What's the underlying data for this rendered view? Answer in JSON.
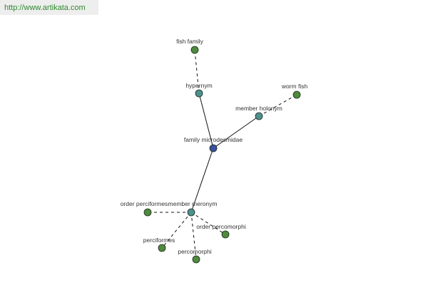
{
  "header": {
    "url": "http://www.artikata.com"
  },
  "colors": {
    "central_node": "#3b4fa0",
    "relation_node": "#4e9090",
    "leaf_node": "#4e8b3e",
    "edge": "#111111",
    "link_text": "#2f8a2f"
  },
  "graph": {
    "nodes": [
      {
        "id": "family",
        "label": "family microdesmidae",
        "kind": "central"
      },
      {
        "id": "hypernym",
        "label": "hypernym",
        "kind": "relation"
      },
      {
        "id": "holonym",
        "label": "member holonym",
        "kind": "relation"
      },
      {
        "id": "meronym",
        "label": "member meronym",
        "kind": "relation"
      },
      {
        "id": "fish_family",
        "label": "fish family",
        "kind": "leaf"
      },
      {
        "id": "worm_fish",
        "label": "worm fish",
        "kind": "leaf"
      },
      {
        "id": "order_perciformes",
        "label": "order perciformes",
        "kind": "leaf"
      },
      {
        "id": "order_percomorphi",
        "label": "order percomorphi",
        "kind": "leaf"
      },
      {
        "id": "perciformes",
        "label": "perciformes",
        "kind": "leaf"
      },
      {
        "id": "percomorphi",
        "label": "percomorphi",
        "kind": "leaf"
      }
    ],
    "edges": [
      {
        "from": "family",
        "to": "hypernym",
        "style": "solid"
      },
      {
        "from": "family",
        "to": "holonym",
        "style": "solid"
      },
      {
        "from": "family",
        "to": "meronym",
        "style": "solid"
      },
      {
        "from": "hypernym",
        "to": "fish_family",
        "style": "dashed"
      },
      {
        "from": "holonym",
        "to": "worm_fish",
        "style": "dashed"
      },
      {
        "from": "meronym",
        "to": "order_perciformes",
        "style": "dashed"
      },
      {
        "from": "meronym",
        "to": "order_percomorphi",
        "style": "dashed"
      },
      {
        "from": "meronym",
        "to": "perciformes",
        "style": "dashed"
      },
      {
        "from": "meronym",
        "to": "percomorphi",
        "style": "dashed"
      }
    ]
  }
}
